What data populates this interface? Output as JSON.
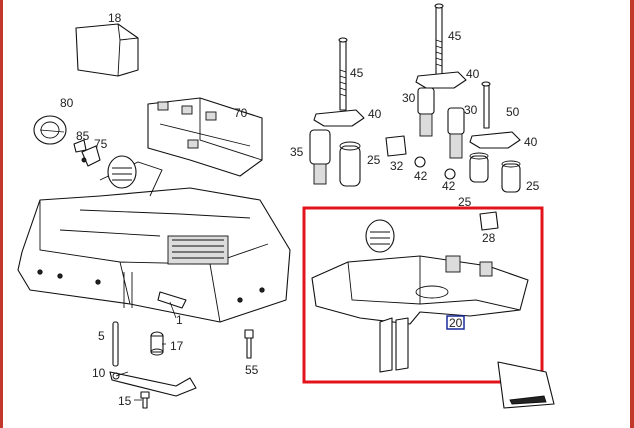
{
  "callouts": {
    "c18": "18",
    "c45a": "45",
    "c45b": "45",
    "c80": "80",
    "c70": "70",
    "c40a": "40",
    "c40b": "40",
    "c40c": "40",
    "c30a": "30",
    "c30b": "30",
    "c50": "50",
    "c85": "85",
    "c75": "75",
    "c35": "35",
    "c25a": "25",
    "c32": "32",
    "c42a": "42",
    "c42b": "42",
    "c25b": "25",
    "c25c": "25",
    "c28": "28",
    "c20": "20",
    "c1": "1",
    "c5": "5",
    "c17": "17",
    "c55": "55",
    "c10": "10",
    "c15": "15"
  },
  "highlight": {
    "color": "#e3131b",
    "callout_box_color": "#1a2b9c"
  }
}
